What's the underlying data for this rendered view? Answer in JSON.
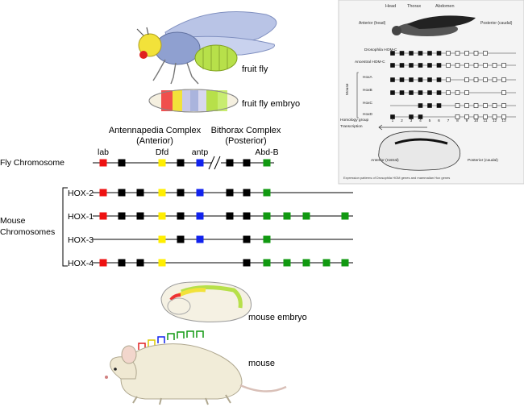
{
  "colors": {
    "lab": "#ee1111",
    "black": "#000000",
    "dfd": "#ffee00",
    "antp": "#1122ee",
    "abd": "#119911",
    "line": "#000000"
  },
  "labels": {
    "fruit_fly": "fruit fly",
    "fruit_fly_embryo": "fruit fly embryo",
    "antennapedia_line1": "Antennapedia Complex",
    "antennapedia_line2": "(Anterior)",
    "bithorax_line1": "Bithorax Complex",
    "bithorax_line2": "(Posterior)",
    "fly_chromosome": "Fly Chromosome",
    "mouse_chromosomes_line1": "Mouse",
    "mouse_chromosomes_line2": "Chromosomes",
    "mouse_embryo": "mouse embryo",
    "mouse": "mouse"
  },
  "fly_gene_labels": [
    {
      "text": "lab"
    },
    {
      "text": "Dfd"
    },
    {
      "text": "antp"
    },
    {
      "text": "Abd-B"
    }
  ],
  "fly_genes": [
    "lab",
    "black",
    "dfd",
    "black",
    "antp",
    "black",
    "black",
    "abd"
  ],
  "mouse_clusters": [
    {
      "name": "HOX-2",
      "genes": [
        "lab",
        "black",
        "black",
        "dfd",
        "black",
        "antp",
        "black",
        "black",
        "abd"
      ]
    },
    {
      "name": "HOX-1",
      "genes": [
        "lab",
        "black",
        "black",
        "dfd",
        "black",
        "antp",
        "black",
        "black",
        "abd",
        "abd",
        "abd",
        "abd"
      ]
    },
    {
      "name": "HOX-3",
      "genes": [
        "dfd",
        "black",
        "antp",
        "black",
        "abd"
      ]
    },
    {
      "name": "HOX-4",
      "genes": [
        "lab",
        "black",
        "black",
        "dfd",
        "black",
        "abd",
        "abd",
        "abd",
        "abd",
        "abd"
      ]
    }
  ],
  "inset": {
    "top_labels": [
      "Head",
      "Thorax",
      "Abdomen"
    ],
    "anterior": "Anterior (head)",
    "posterior": "Posterior (caudal)",
    "row_labels": [
      "Drosophila HOM-C",
      "Ancestral HOM-C",
      "HoxA",
      "HoxB",
      "HoxC",
      "HoxD",
      "Homology group",
      "Transcription"
    ],
    "mouse_label": "Mouse",
    "homology_numbers": [
      "1",
      "2",
      "3",
      "4",
      "5",
      "6",
      "7",
      "8",
      "9",
      "10",
      "11",
      "12",
      "13"
    ],
    "bottom_anterior": "Anterior (rostral)",
    "bottom_posterior": "Posterior (caudal)",
    "caption": "Expression patterns of Drosophila HOM genes and mammalian Hox genes"
  }
}
